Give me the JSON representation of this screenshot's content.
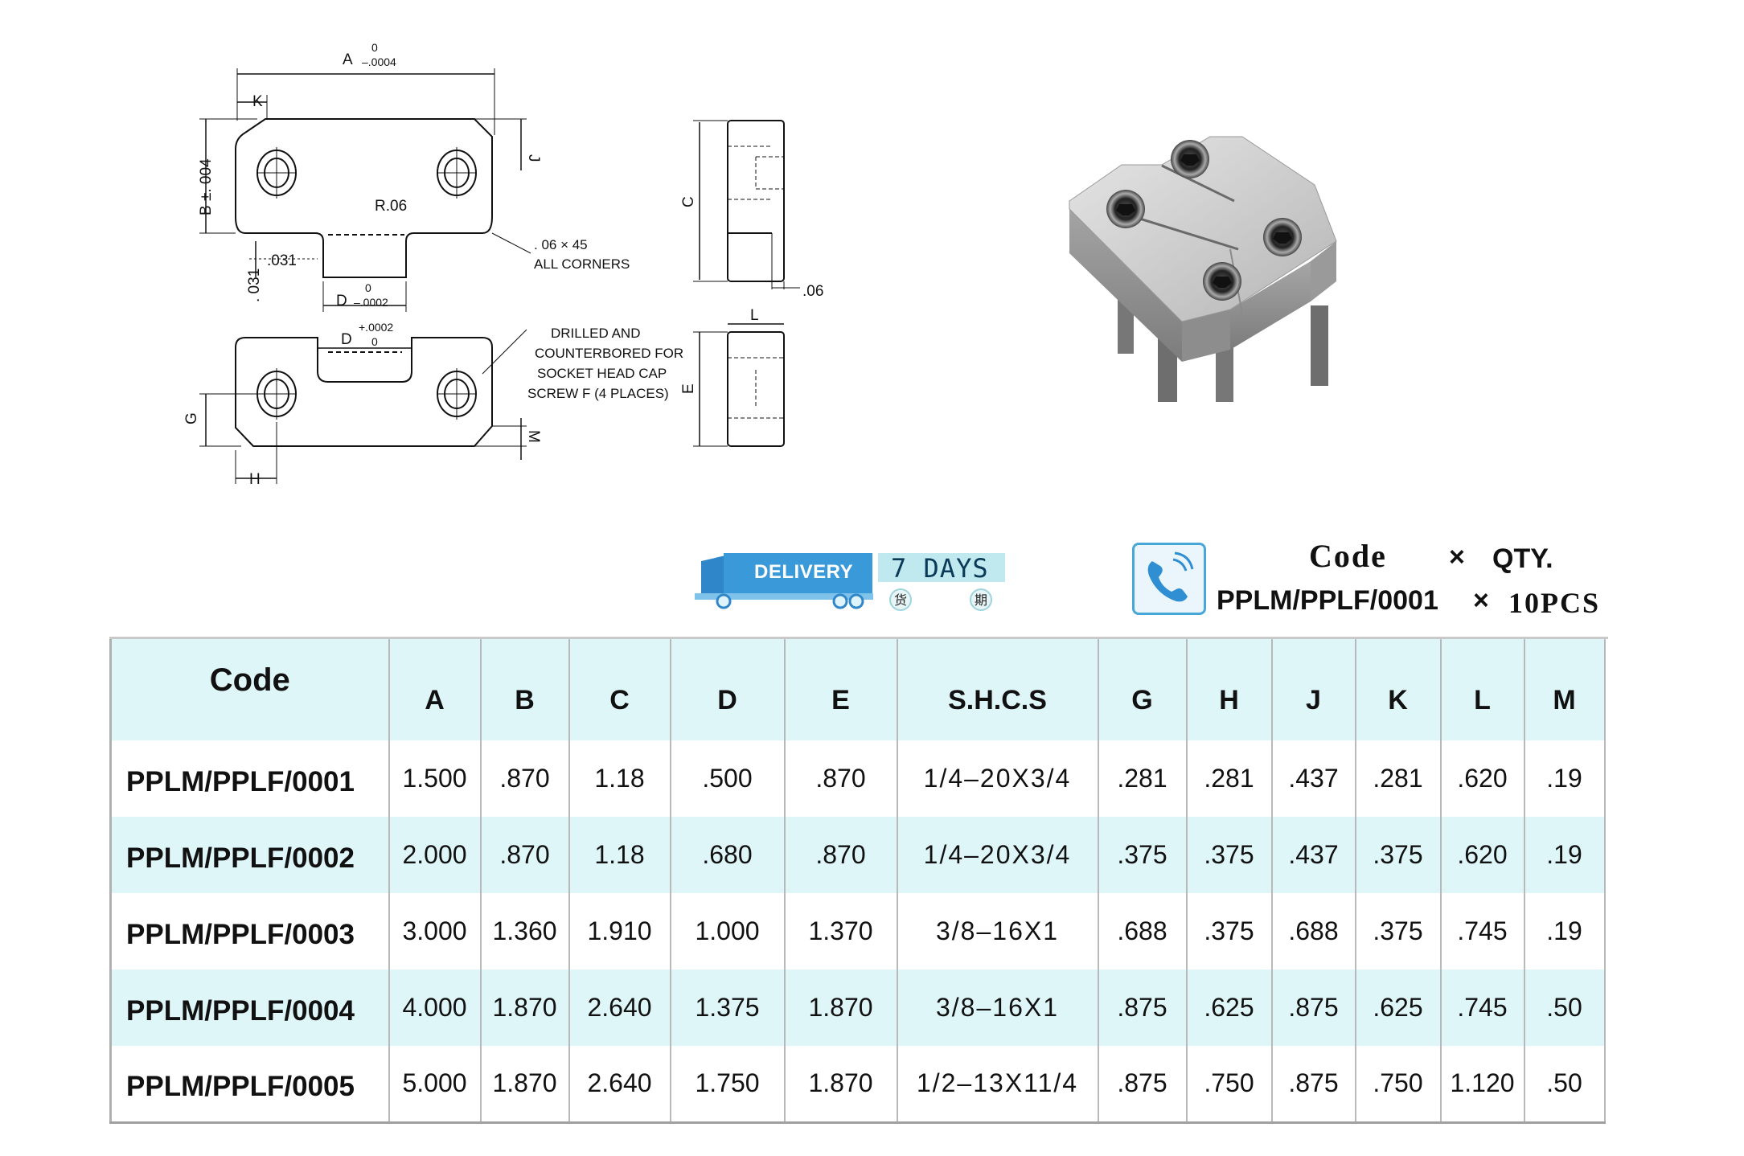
{
  "drawing": {
    "dim_a": "A",
    "dim_a_tol_upper": "0",
    "dim_a_tol_lower": "–.0004",
    "dim_b": "B ±. 004",
    "dim_c": "C",
    "dim_d_top": "D",
    "dim_d_top_tol_upper": "0",
    "dim_d_top_tol_lower": "–.0002",
    "dim_d_bottom": "D",
    "dim_d_bottom_tol_upper": "+.0002",
    "dim_d_bottom_tol_lower": "0",
    "dim_e": "E",
    "dim_g": "G",
    "dim_h": "H",
    "dim_j": "J",
    "dim_k": "K",
    "dim_l": "L",
    "dim_m": "M",
    "dim_r": "R.06",
    "dim_031_h": ".031",
    "dim_031_v": ". 031",
    "dim_06": ".06",
    "corner_note_1": ". 06 × 45",
    "corner_note_2": "ALL CORNERS",
    "drill_note_1": "DRILLED AND",
    "drill_note_2": "COUNTERBORED FOR",
    "drill_note_3": "SOCKET HEAD CAP",
    "drill_note_4": "SCREW F (4 PLACES)"
  },
  "delivery": {
    "label": "DELIVERY",
    "days": "7 DAYS",
    "sub_1": "货",
    "sub_2": "期",
    "truck_color": "#3a9ad9"
  },
  "order_example": {
    "code_label": "Code",
    "times_1": "×",
    "qty_label": "QTY.",
    "code_value": "PPLM/PPLF/0001",
    "times_2": "×",
    "qty_value": "10PCS",
    "icon": "phone-icon"
  },
  "table": {
    "headers": [
      "Code",
      "A",
      "B",
      "C",
      "D",
      "E",
      "S.H.C.S",
      "G",
      "H",
      "J",
      "K",
      "L",
      "M"
    ],
    "rows": [
      [
        "PPLM/PPLF/0001",
        "1.500",
        ".870",
        "1.18",
        ".500",
        ".870",
        "1/4–20X3/4",
        ".281",
        ".281",
        ".437",
        ".281",
        ".620",
        ".19"
      ],
      [
        "PPLM/PPLF/0002",
        "2.000",
        ".870",
        "1.18",
        ".680",
        ".870",
        "1/4–20X3/4",
        ".375",
        ".375",
        ".437",
        ".375",
        ".620",
        ".19"
      ],
      [
        "PPLM/PPLF/0003",
        "3.000",
        "1.360",
        "1.910",
        "1.000",
        "1.370",
        "3/8–16X1",
        ".688",
        ".375",
        ".688",
        ".375",
        ".745",
        ".19"
      ],
      [
        "PPLM/PPLF/0004",
        "4.000",
        "1.870",
        "2.640",
        "1.375",
        "1.870",
        "3/8–16X1",
        ".875",
        ".625",
        ".875",
        ".625",
        ".745",
        ".50"
      ],
      [
        "PPLM/PPLF/0005",
        "5.000",
        "1.870",
        "2.640",
        "1.750",
        "1.870",
        "1/2–13X11/4",
        ".875",
        ".750",
        ".875",
        ".750",
        "1.120",
        ".50"
      ]
    ],
    "header_bg": "#dff6f9",
    "stripe_bg": "#dff6f9"
  }
}
